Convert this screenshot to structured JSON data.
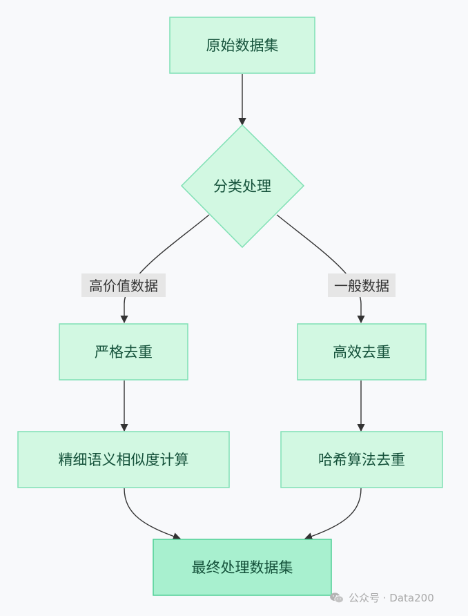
{
  "nodes": {
    "source": "原始数据集",
    "classify": "分类处理",
    "strict_dedup": "严格去重",
    "efficient_dedup": "高效去重",
    "similarity_calc": "精细语义相似度计算",
    "hash_dedup": "哈希算法去重",
    "final": "最终处理数据集"
  },
  "edge_labels": {
    "high_value": "高价值数据",
    "general": "一般数据"
  },
  "watermark": {
    "text": "公众号 · Data200",
    "icon": "wechat-icon"
  },
  "colors": {
    "node_fill": "#d2f8e2",
    "node_stroke": "#7fe0b4",
    "final_fill": "#a8f0cf",
    "text": "#14513a",
    "edge": "#333333"
  }
}
